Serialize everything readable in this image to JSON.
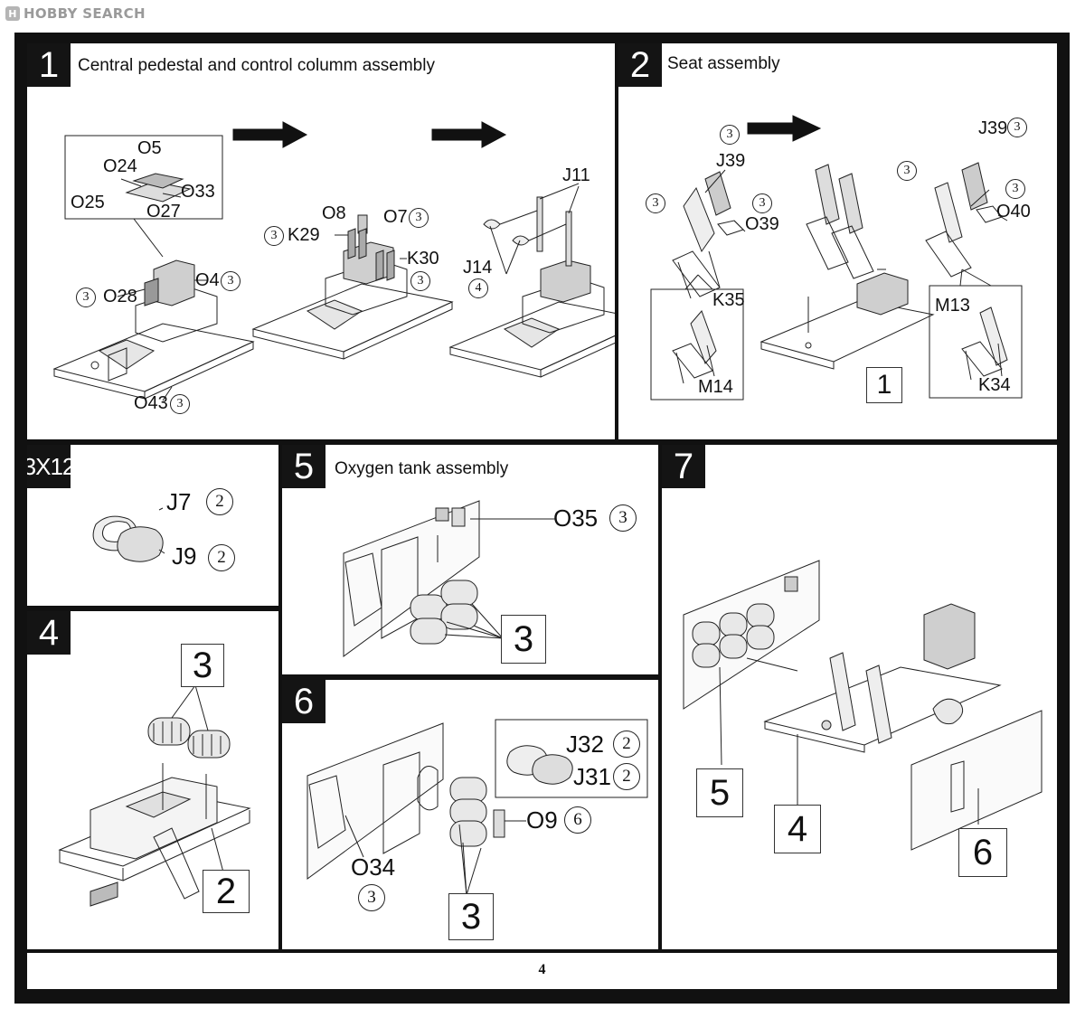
{
  "watermark": {
    "logo": "H",
    "text": "HOBBY SEARCH"
  },
  "page_number": "4",
  "steps": {
    "s1": {
      "number": "1",
      "title": "Central pedestal and control columm assembly",
      "parts": {
        "o5": "O5",
        "o24": "O24",
        "o33": "O33",
        "o25": "O25",
        "o27": "O27",
        "o4": "O4",
        "o4_qty": "3",
        "o28": "O28",
        "o28_qty": "3",
        "o43": "O43",
        "o43_qty": "3",
        "o8": "O8",
        "o7": "O7",
        "o7_qty": "3",
        "k29": "K29",
        "k29_qty": "3",
        "k30": "K30",
        "k30_qty": "3",
        "j11": "J11",
        "j14": "J14",
        "j14_qty": "4"
      }
    },
    "s2": {
      "number": "2",
      "title": "Seat assembly",
      "parts": {
        "j39_left": "J39",
        "j39_left_qty": "3",
        "o39": "O39",
        "o39_qty": "3",
        "seat_left_qty": "3",
        "j39_right": "J39",
        "j39_right_qty": "3",
        "o40": "O40",
        "o40_qty": "3",
        "seat_right_qty": "3",
        "k35": "K35",
        "m14": "M14",
        "m13": "M13",
        "k34": "K34",
        "ref_box": "1"
      }
    },
    "s3": {
      "number": "3X12",
      "parts": {
        "j7": "J7",
        "j7_qty": "2",
        "j9": "J9",
        "j9_qty": "2"
      }
    },
    "s4": {
      "number": "4",
      "parts": {
        "ref_top": "3",
        "ref_bottom": "2"
      }
    },
    "s5": {
      "number": "5",
      "title": "Oxygen tank assembly",
      "parts": {
        "o35": "O35",
        "o35_qty": "3",
        "ref_box": "3"
      }
    },
    "s6": {
      "number": "6",
      "parts": {
        "j32": "J32",
        "j32_qty": "2",
        "j31": "J31",
        "j31_qty": "2",
        "o9": "O9",
        "o9_qty": "6",
        "o34": "O34",
        "o34_qty": "3",
        "ref_box": "3"
      }
    },
    "s7": {
      "number": "7",
      "parts": {
        "ref_5": "5",
        "ref_4": "4",
        "ref_6": "6"
      }
    }
  }
}
